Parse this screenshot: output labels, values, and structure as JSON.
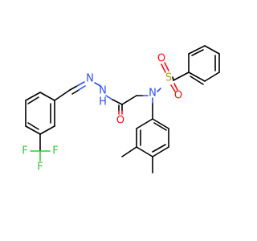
{
  "molecule": {
    "atom_labels": {
      "n_hydrazone": "N",
      "nh": "N",
      "h_on_n": "H",
      "n_sulfonamide": "N",
      "s": "S",
      "o_sulfonyl_top": "O",
      "o_sulfonyl_bottom": "O",
      "o_carbonyl": "O",
      "f1": "F",
      "f2": "F",
      "f3": "F"
    },
    "colors": {
      "carbon": "#000000",
      "nitrogen": "#3050F8",
      "oxygen": "#FF0D0D",
      "fluorine": "#33CC33",
      "sulfur": "#B8A000"
    }
  }
}
